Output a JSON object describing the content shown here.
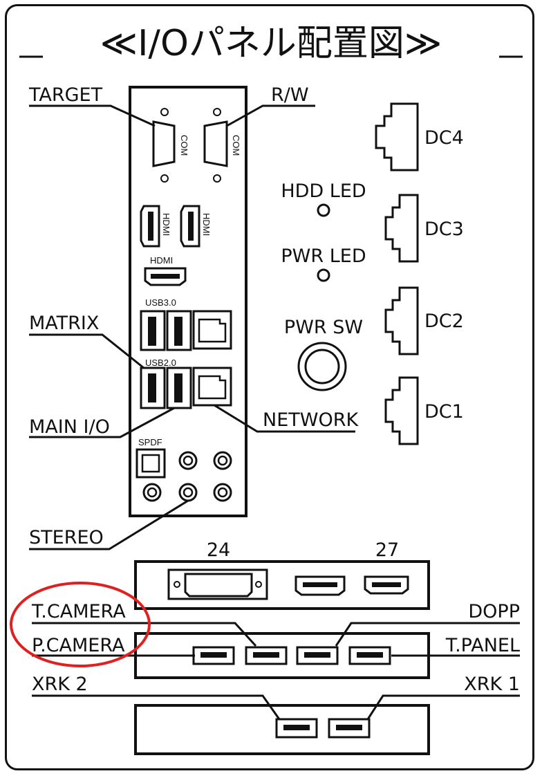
{
  "title": "≪I/Oパネル配置図≫",
  "labels": {
    "target": "TARGET",
    "rw": "R/W",
    "com": "COM",
    "hdmi": "HDMI",
    "usb30": "USB3.0",
    "usb20": "USB2.0",
    "spdf": "SPDF",
    "matrix": "MATRIX",
    "main_io": "MAIN I/O",
    "network": "NETWORK",
    "stereo": "STEREO",
    "hdd_led": "HDD LED",
    "pwr_led": "PWR LED",
    "pwr_sw": "PWR SW",
    "dc4": "DC4",
    "dc3": "DC3",
    "dc2": "DC2",
    "dc1": "DC1",
    "n24": "24",
    "n27": "27",
    "t_camera": "T.CAMERA",
    "p_camera": "P.CAMERA",
    "dopp": "DOPP",
    "t_panel": "T.PANEL",
    "xrk2": "XRK 2",
    "xrk1": "XRK 1"
  },
  "highlight_color": "#e02020"
}
